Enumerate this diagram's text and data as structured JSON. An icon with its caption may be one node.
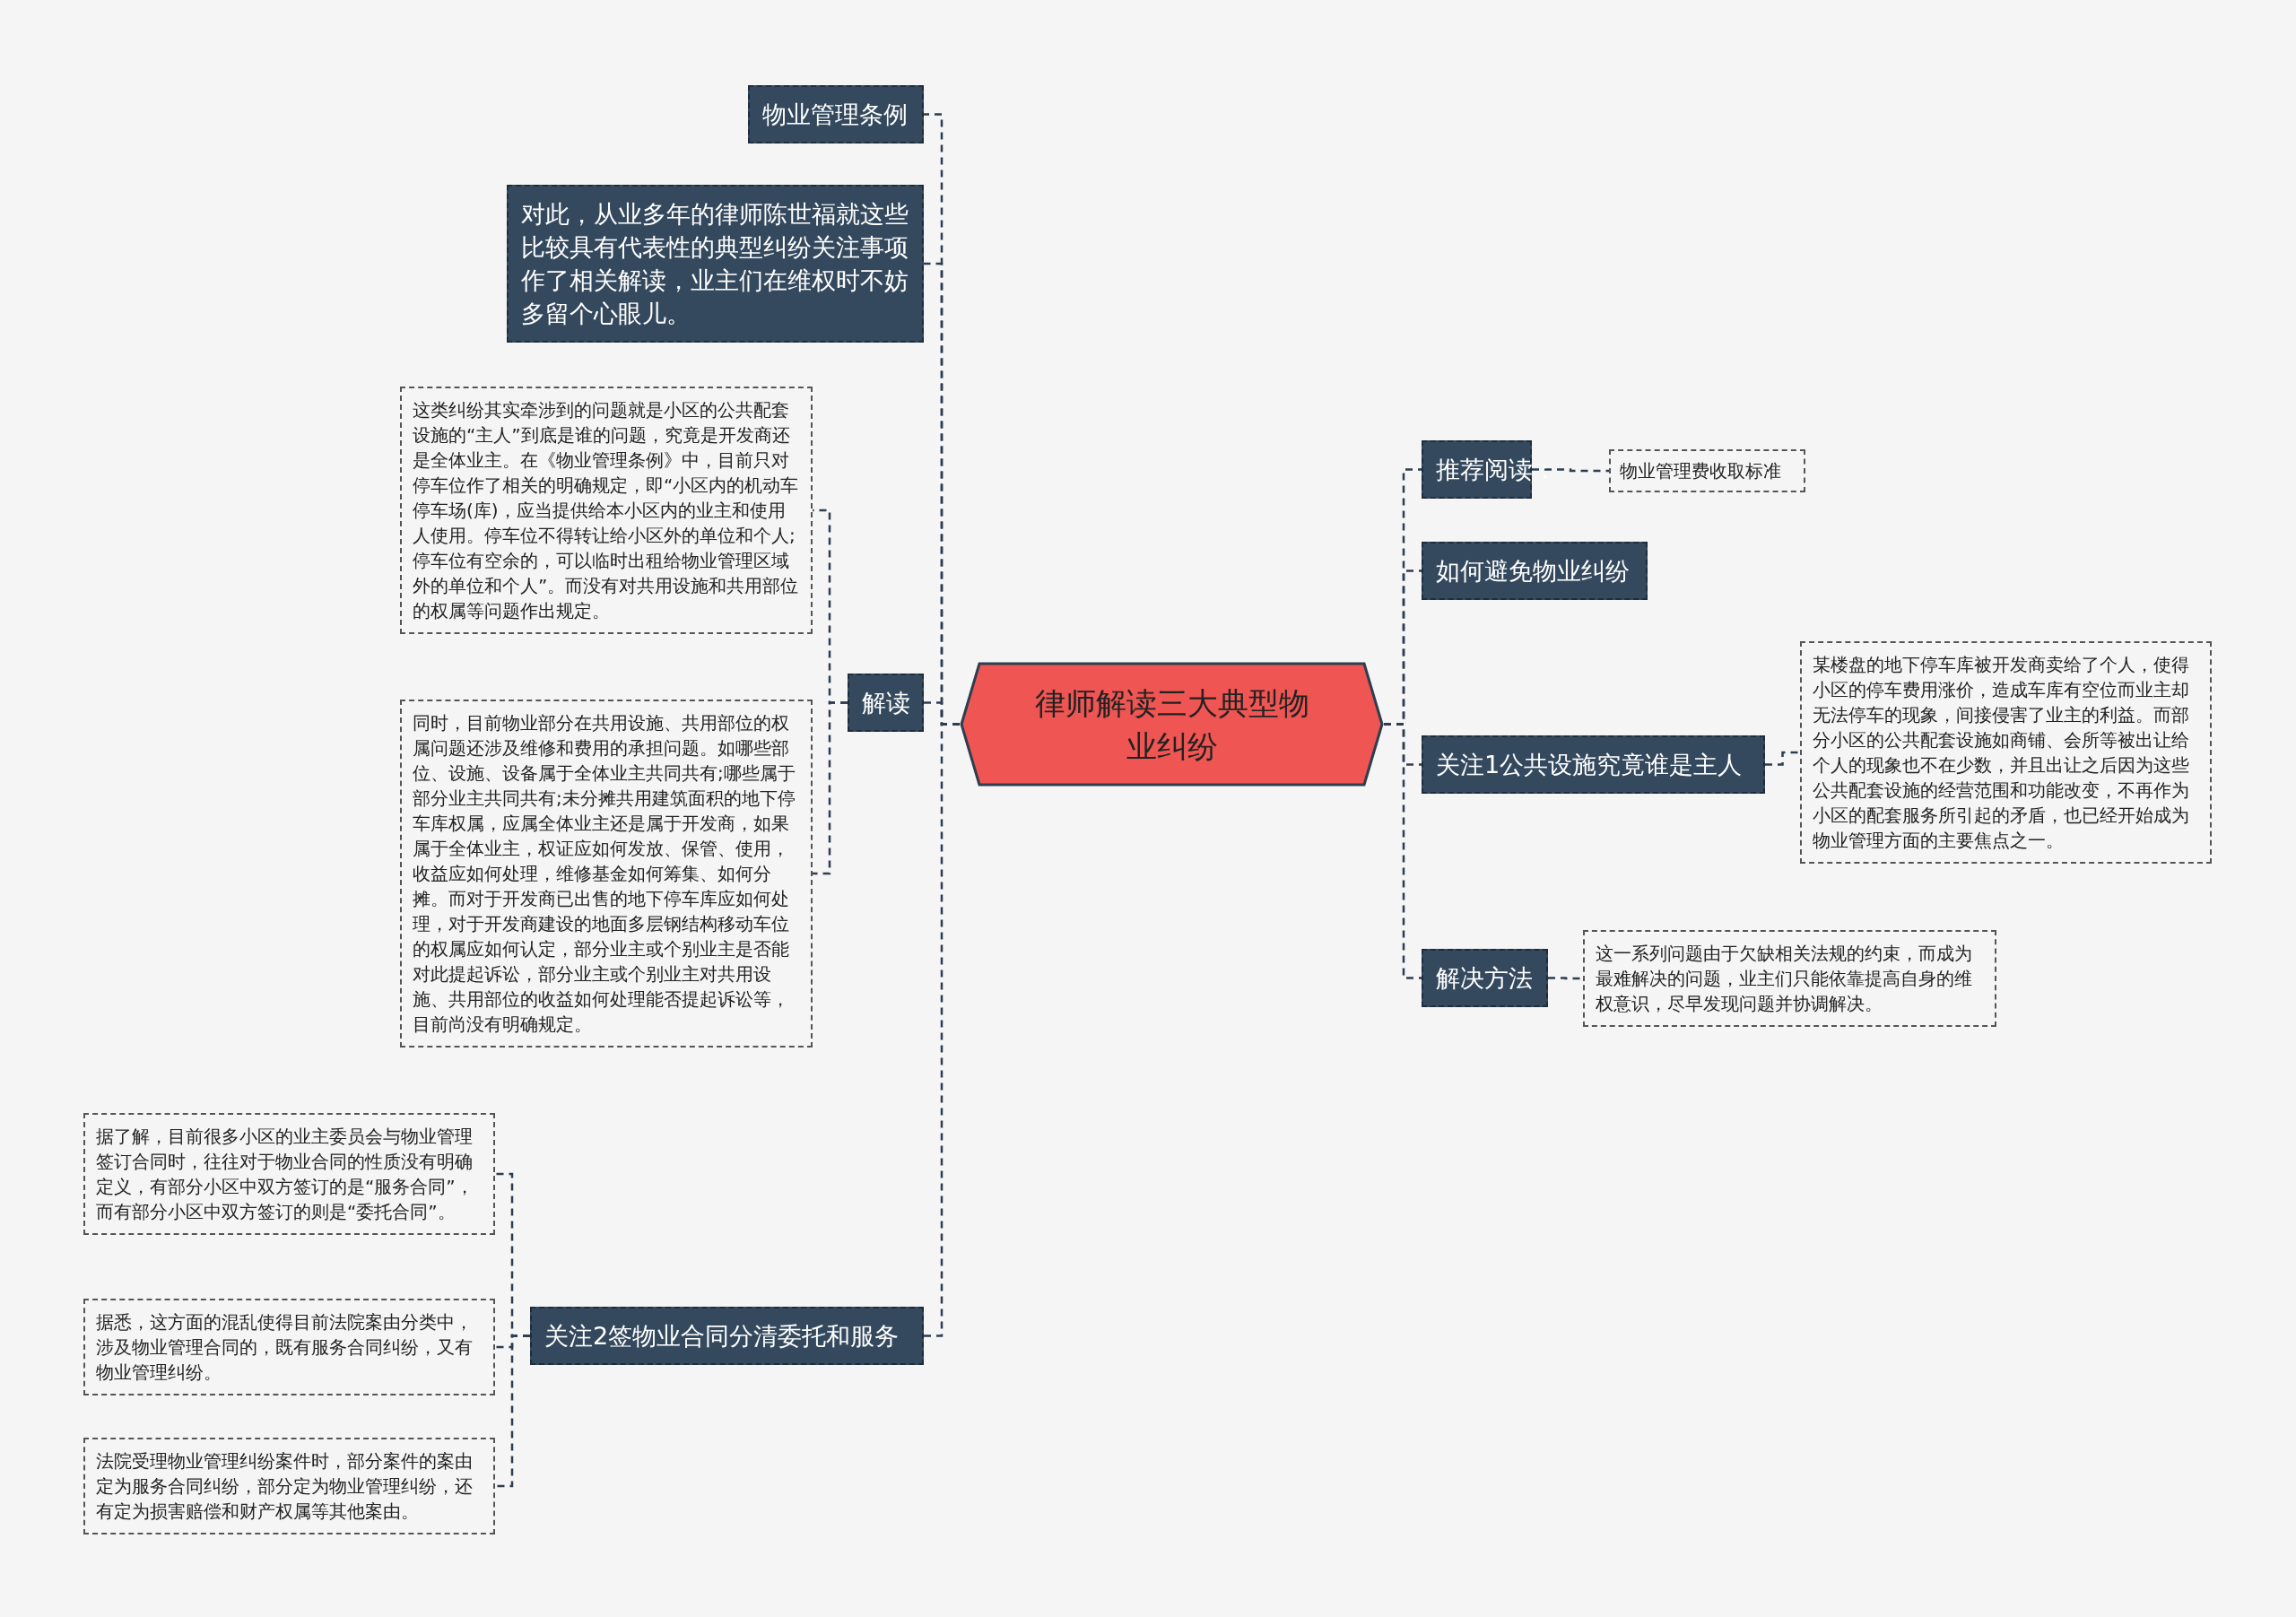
{
  "diagram": {
    "nodes": [
      {
        "text": [
          "律师解读三大典型物业纠纷"
        ]
      },
      {
        "text": [
          "物业管理条例"
        ]
      },
      {
        "text": [
          "对此，从业多年的律师陈世福就这些比较具有代表性的典型纠纷关注事项作了相关解读，业主们在维权时不妨多留个心眼儿。"
        ]
      },
      {
        "text": [
          "解读"
        ]
      },
      {
        "text": [
          "这类纠纷其实牵涉到的问题就是小区的公共配套设施的“主人”到底是谁的问题，究竟是开发商还是全体业主。在《物业管理条例》中，目前只对停车位作了相关的明确规定，即“小区内的机动车停车场(库)，应当提供给本小区内的业主和使用人使用。停车位不得转让给小区外的单位和个人;停车位有空余的，可以临时出租给物业管理区域外的单位和个人”。而没有对共用设施和共用部位的权属等问题作出规定。"
        ]
      },
      {
        "text": [
          "同时，目前物业部分在共用设施、共用部位的权属问题还涉及维修和费用的承担问题。如哪些部位、设施、设备属于全体业主共同共有;哪些属于部分业主共同共有;未分摊共用建筑面积的地下停车库权属，应属全体业主还是属于开发商，如果属于全体业主，权证应如何发放、保管、使用，收益应如何处理，维修基金如何筹集、如何分摊。而对于开发商已出售的地下停车库应如何处理，对于开发商建设的地面多层钢结构移动车位的权属应如何认定，部分业主或个别业主是否能对此提起诉讼，部分业主或个别业主对共用设施、共用部位的收益如何处理能否提起诉讼等，目前尚没有明确规定。"
        ]
      },
      {
        "text": [
          "关注2签物业合同分清委托和服务"
        ]
      },
      {
        "text": [
          "据了解，目前很多小区的业主委员会与物业管理签订合同时，往往对于物业合同的性质没有明确定义，有部分小区中双方签订的是“服务合同”，而有部分小区中双方签订的则是“委托合同”。"
        ]
      },
      {
        "text": [
          "据悉，这方面的混乱使得目前法院案由分类中，涉及物业管理合同的，既有服务合同纠纷，又有物业管理纠纷。"
        ]
      },
      {
        "text": [
          "法院受理物业管理纠纷案件时，部分案件的案由定为服务合同纠纷，部分定为物业管理纠纷，还有定为损害赔偿和财产权属等其他案由。"
        ]
      },
      {
        "text": [
          "推荐阅读："
        ]
      },
      {
        "text": [
          "物业管理费收取标准"
        ]
      },
      {
        "text": [
          "如何避免物业纠纷"
        ]
      },
      {
        "text": [
          "关注1公共设施究竟谁是主人"
        ]
      },
      {
        "text": [
          "某楼盘的地下停车库被开发商卖给了个人，使得小区的停车费用涨价，造成车库有空位而业主却无法停车的现象，间接侵害了业主的利益。而部分小区的公共配套设施如商铺、会所等被出让给个人的现象也不在少数，并且出让之后因为这些公共配套设施的经营范围和功能改变，不再作为小区的配套服务所引起的矛盾，也已经开始成为物业管理方面的主要焦点之一。"
        ]
      },
      {
        "text": [
          "解决方法"
        ]
      },
      {
        "text": [
          "这一系列问题由于欠缺相关法规的约束，而成为最难解决的问题，业主们只能依靠提高自身的维权意识，尽早发现问题并协调解决。"
        ]
      }
    ],
    "edges": [
      {
        "from": 0,
        "to": 1,
        "arrow": "none"
      },
      {
        "from": 0,
        "to": 2,
        "arrow": "none"
      },
      {
        "from": 0,
        "to": 3,
        "arrow": "none"
      },
      {
        "from": 3,
        "to": 4,
        "arrow": "none"
      },
      {
        "from": 3,
        "to": 5,
        "arrow": "none"
      },
      {
        "from": 0,
        "to": 6,
        "arrow": "none"
      },
      {
        "from": 6,
        "to": 7,
        "arrow": "none"
      },
      {
        "from": 6,
        "to": 8,
        "arrow": "none"
      },
      {
        "from": 6,
        "to": 9,
        "arrow": "none"
      },
      {
        "from": 0,
        "to": 10,
        "arrow": "none"
      },
      {
        "from": 10,
        "to": 11,
        "arrow": "none"
      },
      {
        "from": 0,
        "to": 12,
        "arrow": "none"
      },
      {
        "from": 0,
        "to": 13,
        "arrow": "none"
      },
      {
        "from": 13,
        "to": 14,
        "arrow": "none"
      },
      {
        "from": 0,
        "to": 15,
        "arrow": "none"
      },
      {
        "from": 15,
        "to": 16,
        "arrow": "none"
      }
    ]
  }
}
